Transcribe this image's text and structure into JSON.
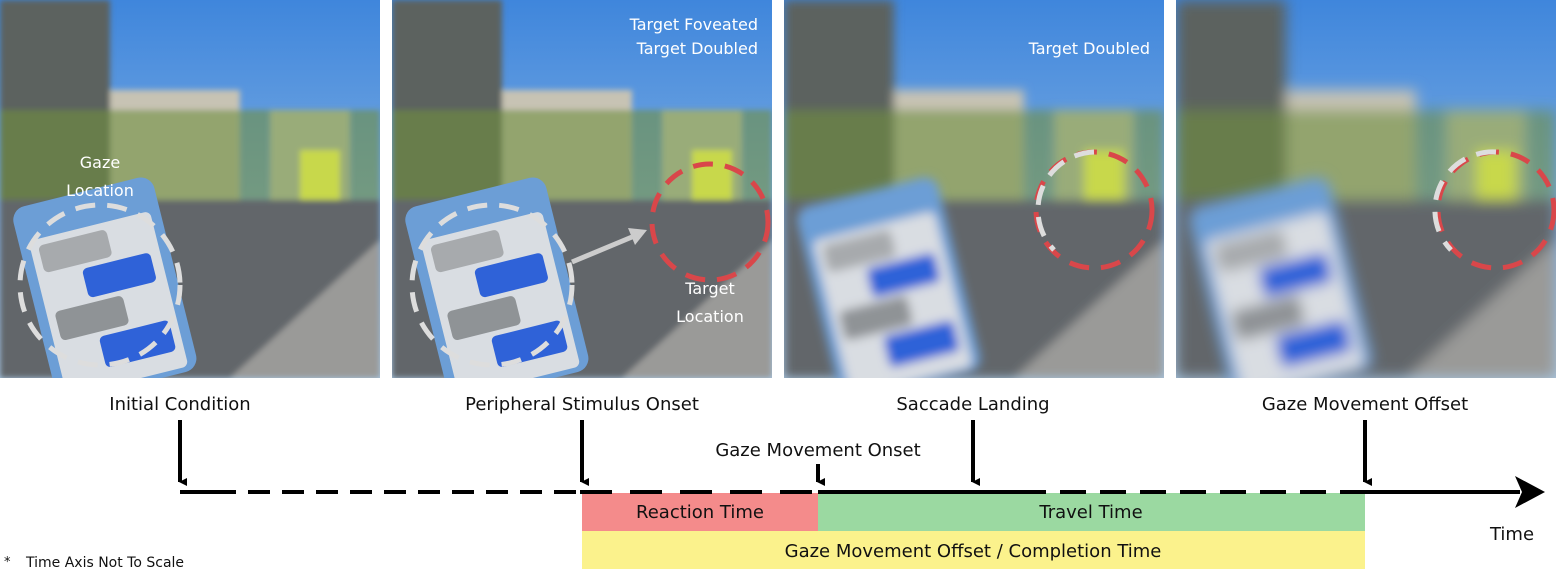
{
  "panels": [
    {
      "caption": "Initial Condition",
      "overlay": [
        "Gaze",
        "Location"
      ]
    },
    {
      "caption": "Peripheral Stimulus Onset",
      "overlay": [
        "Target Foveated",
        "Target Doubled"
      ],
      "target": [
        "Target",
        "Location"
      ]
    },
    {
      "caption": "Saccade Landing",
      "overlay": [
        "Target Doubled"
      ]
    },
    {
      "caption": "Gaze Movement Offset",
      "overlay": []
    }
  ],
  "timeline": {
    "onset_label": "Gaze Movement Onset",
    "axis_label": "Time",
    "reaction": "Reaction Time",
    "travel": "Travel Time",
    "completion": "Gaze Movement Offset / Completion Time",
    "footnote_mark": "*",
    "footnote": "Time Axis Not To Scale"
  },
  "colors": {
    "reaction": "#f48b8b",
    "travel": "#9bd9a1",
    "completion": "#fbf28c",
    "gaze": "#dddddd",
    "target": "#d9474a"
  }
}
